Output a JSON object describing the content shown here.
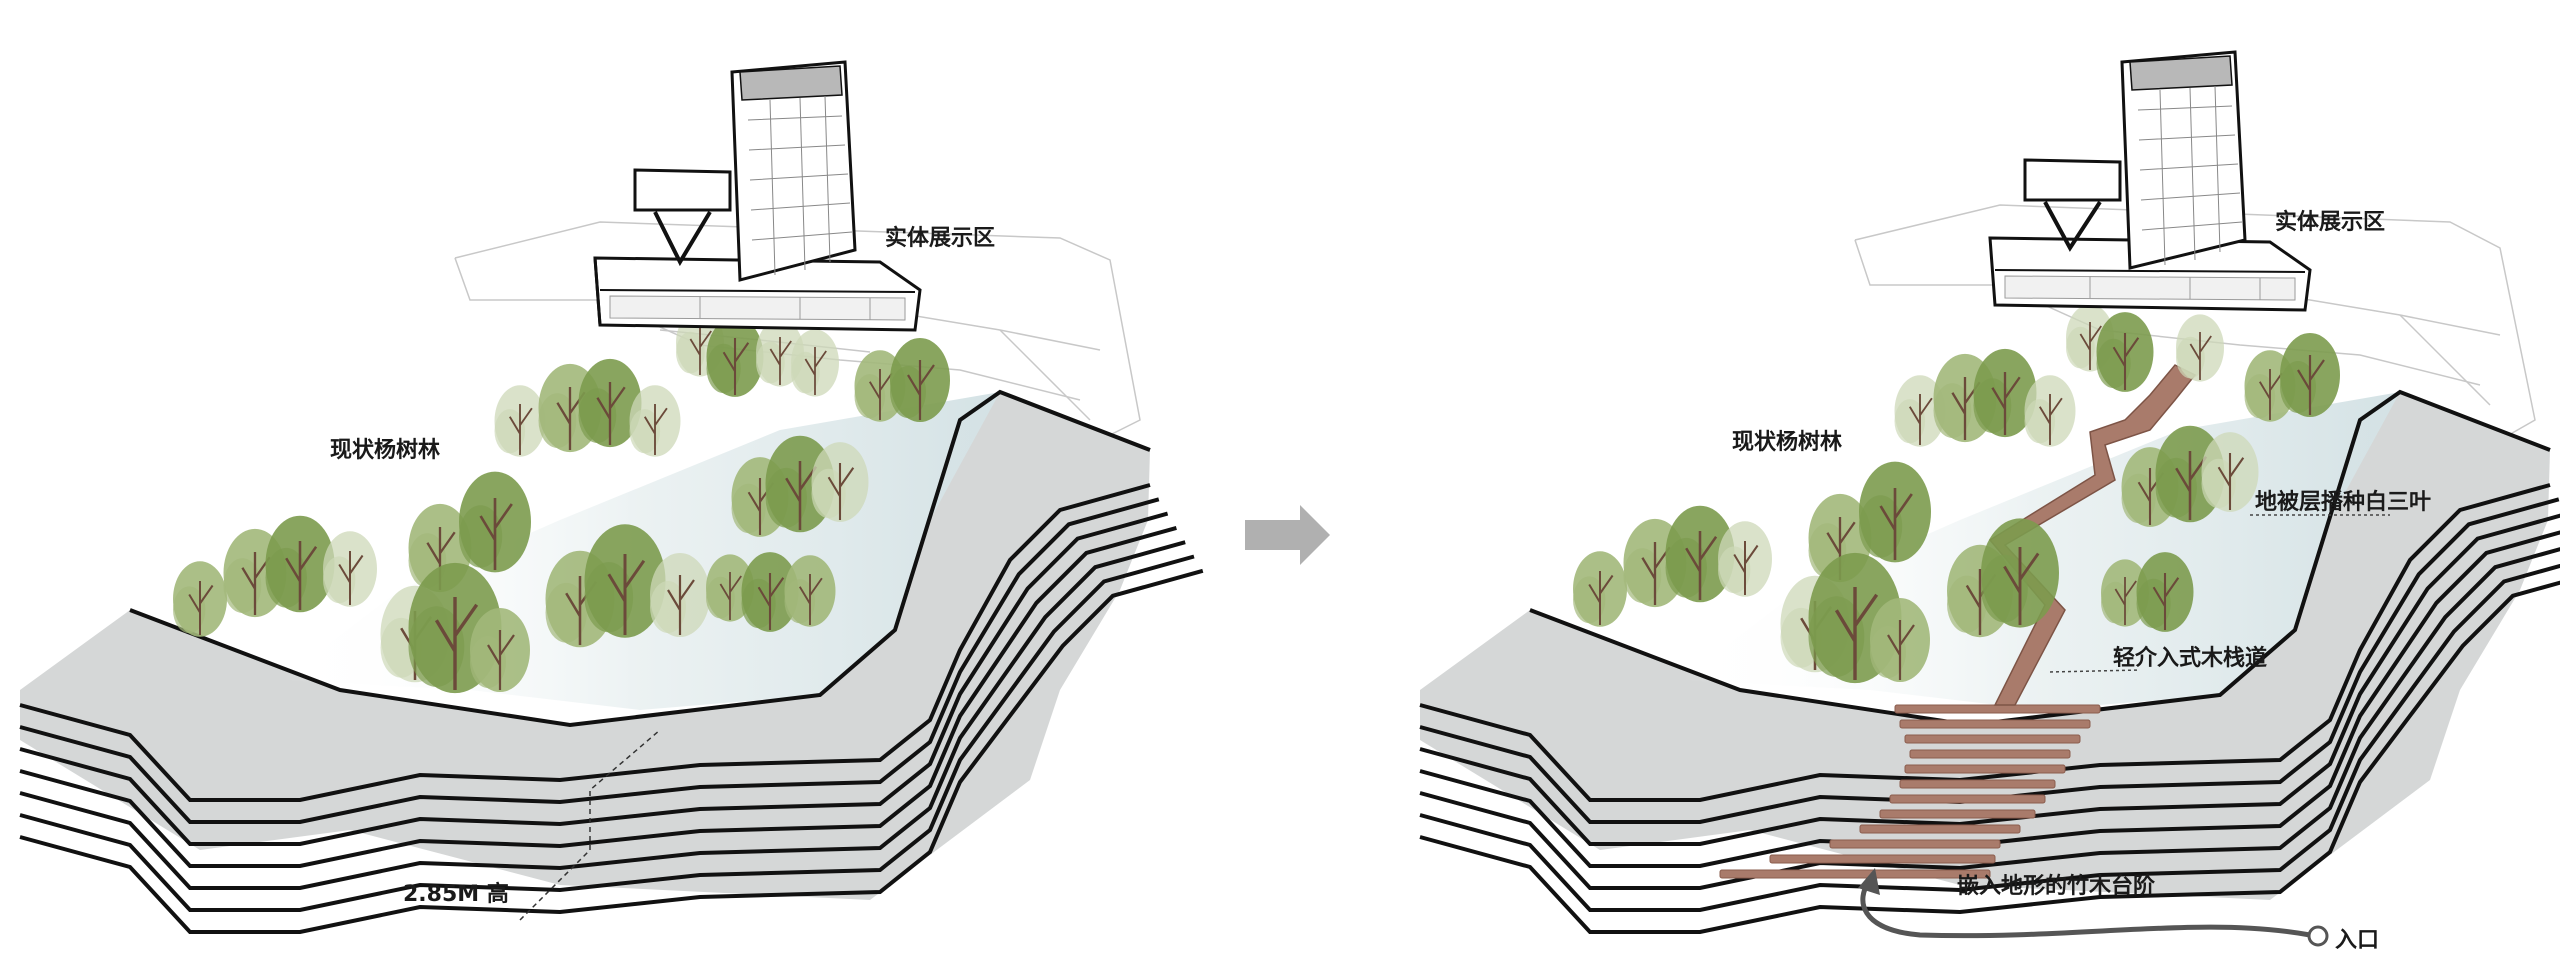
{
  "left_panel": {
    "building_label": "实体展示区",
    "grove_label": "现状杨树林",
    "height_label": "2.85M 高"
  },
  "right_panel": {
    "building_label": "实体展示区",
    "grove_label": "现状杨树林",
    "ground_cover_label": "地被层播种白三叶",
    "boardwalk_label": "轻介入式木栈道",
    "steps_label": "嵌入地形的竹木台阶",
    "entrance_label": "入口"
  },
  "colors": {
    "terrain_fill": "#d5d7d7",
    "water_tint": "#dde8ea",
    "tree_dark": "#7c9b4e",
    "tree_mid": "#a2b87a",
    "tree_light": "#cdd8b8",
    "trunk": "#6b4a3a",
    "boardwalk": "#a97b6b",
    "arrow": "#b0b0b0",
    "entrance_path": "#555555"
  }
}
